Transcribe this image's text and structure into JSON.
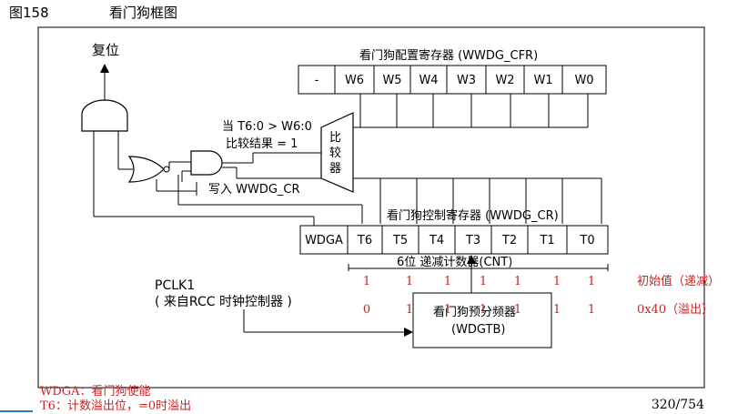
{
  "figure": {
    "label": "图158",
    "title": "看门狗框图"
  },
  "reset_label": "复位",
  "cfr": {
    "title": "看门狗配置寄存器 (WWDG_CFR)",
    "bits": [
      "-",
      "W6",
      "W5",
      "W4",
      "W3",
      "W2",
      "W1",
      "W0"
    ]
  },
  "comparator": {
    "condition_line1": "当 T6:0 > W6:0",
    "condition_line2": "比较结果 = 1",
    "label_chars": [
      "比",
      "较",
      "器"
    ]
  },
  "write_label": "写入 WWDG_CR",
  "cr": {
    "title": "看门狗控制寄存器 (WWDG_CR)",
    "bits": [
      "WDGA",
      "T6",
      "T5",
      "T4",
      "T3",
      "T2",
      "T1",
      "T0"
    ]
  },
  "counter_label": "6位 递减计数器(CNT)",
  "init_row": {
    "values": [
      "1",
      "1",
      "1",
      "1",
      "1",
      "1",
      "1"
    ],
    "note": "初始值（递减）"
  },
  "overflow_row": {
    "values": [
      "0",
      "1",
      "1",
      "1",
      "1",
      "1",
      "1"
    ],
    "note": "0x40（溢出）"
  },
  "pclk": {
    "line1": "PCLK1",
    "line2": "( 来自RCC 时钟控制器 )"
  },
  "prescaler": {
    "line1": "看门狗预分频器",
    "line2": "(WDGTB)"
  },
  "notes": [
    "WDGA：看门狗使能",
    "T6：计数溢出位，=0时溢出"
  ],
  "page_number": "320/754",
  "colors": {
    "note_red": "#cc2222",
    "accent_blue": "#1e7fc8"
  }
}
